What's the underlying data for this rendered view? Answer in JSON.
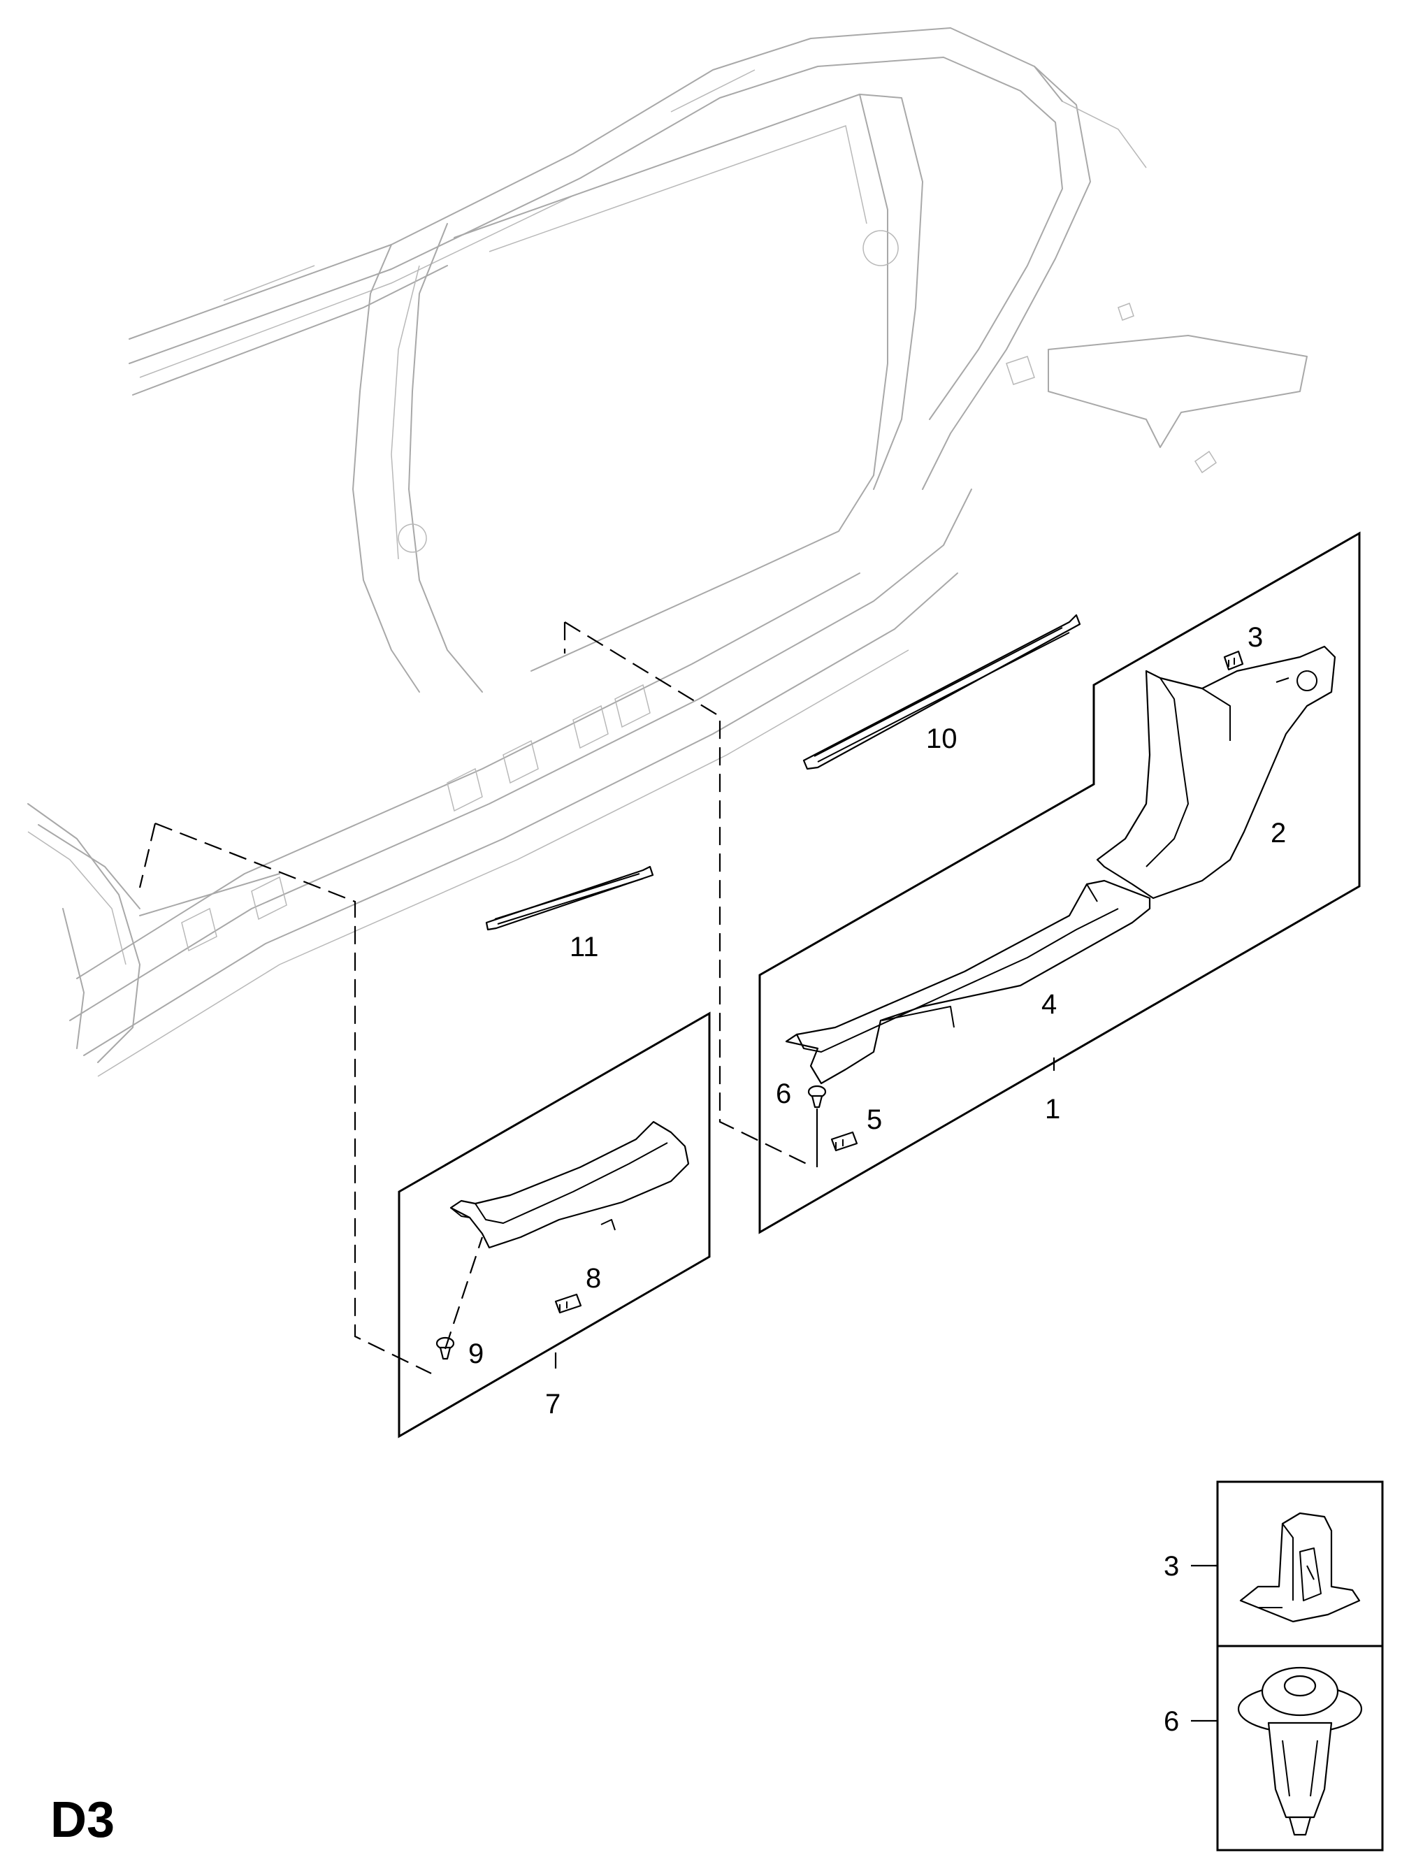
{
  "page_code": "D3",
  "callouts": {
    "c1": "1",
    "c2": "2",
    "c3": "3",
    "c4": "4",
    "c5": "5",
    "c6": "6",
    "c7": "7",
    "c8": "8",
    "c9": "9",
    "c10": "10",
    "c11": "11",
    "detail_3": "3",
    "detail_6": "6"
  }
}
